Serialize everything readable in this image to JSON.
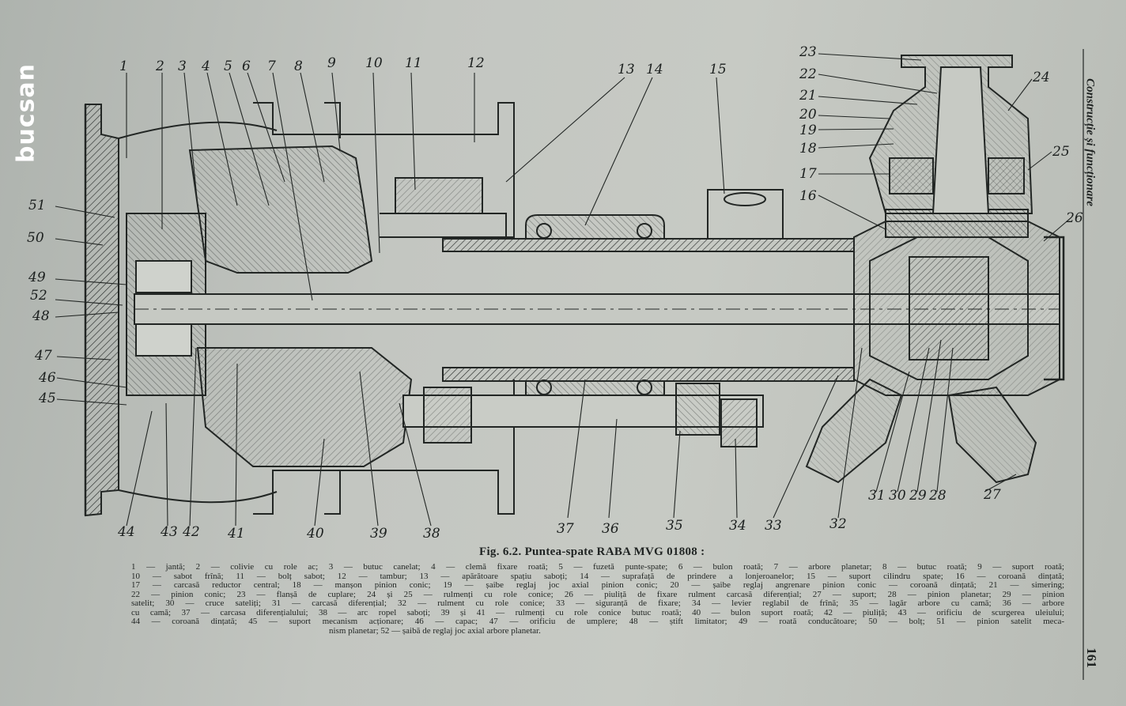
{
  "watermark": "bucsan",
  "side_title": "Construcție și funcționare",
  "page_number": "161",
  "figure_title": "Fig. 6.2. Puntea-spate RABA MVG 01808 :",
  "legend_lines": [
    "1 — jantă; 2 — colivie cu role ac; 3 — butuc canelat; 4 — clemă fixare roată; 5 — fuzetă punte-spate; 6 — bulon roată; 7 — arbore planetar; 8 — butuc roată; 9 — suport roată;",
    "10 — sabot frînă; 11 — bolț sabot; 12 — tambur; 13 — apărătoare spațiu saboți; 14 — suprafață de prindere a lonjeroanelor; 15 — suport cilindru spate; 16 — coroană dințată;",
    "17 — carcasă reductor central; 18 — manșon pinion conic; 19 — șaibe reglaj joc axial pinion conic; 20 — șaibe reglaj angrenare pinion conic — coroană dințată; 21 — simering;",
    "22 — pinion conic; 23 — flanșă de cuplare; 24 și 25 — rulmenți cu role conice; 26 — piuliță de fixare rulment carcasă diferențial; 27 — suport; 28 — pinion planetar; 29 — pinion",
    "satelit; 30 — cruce sateliți; 31 — carcasă diferențial; 32 — rulment cu role conice; 33 — siguranță de fixare; 34 — levier reglabil de frînă; 35 — lagăr arbore cu camă; 36 — arbore",
    "cu camă; 37 — carcasa diferențialului; 38 — arc ropel saboți; 39 și 41 — rulmenți cu role conice butuc roată; 40 — bulon suport roată; 42 — piuliță; 43 — orificiu de scurgerea uleiului;",
    "44 — coroană dințată; 45 — suport mecanism acționare; 46 — capac; 47 — orificiu de umplere; 48 — știft limitator; 49 — roată conducătoare; 50 — bolț; 51 — pinion satelit meca-",
    "nism planetar; 52 — șaibă de reglaj joc axial arbore planetar."
  ],
  "callout_numbers": {
    "n1": "1",
    "n2": "2",
    "n3": "3",
    "n4": "4",
    "n5": "5",
    "n6": "6",
    "n7": "7",
    "n8": "8",
    "n9": "9",
    "n10": "10",
    "n11": "11",
    "n12": "12",
    "n13": "13",
    "n14": "14",
    "n15": "15",
    "n16": "16",
    "n17": "17",
    "n18": "18",
    "n19": "19",
    "n20": "20",
    "n21": "21",
    "n22": "22",
    "n23": "23",
    "n24": "24",
    "n25": "25",
    "n26": "26",
    "n27": "27",
    "n28": "28",
    "n29": "29",
    "n30": "30",
    "n31": "31",
    "n32": "32",
    "n33": "33",
    "n34": "34",
    "n35": "35",
    "n36": "36",
    "n37": "37",
    "n38": "38",
    "n39": "39",
    "n40": "40",
    "n41": "41",
    "n42": "42",
    "n43": "43",
    "n44": "44",
    "n45": "45",
    "n46": "46",
    "n47": "47",
    "n48": "48",
    "n49": "49",
    "n50": "50",
    "n51": "51",
    "n52": "52"
  },
  "colors": {
    "paper": "#c3c6c1",
    "ink": "#1f2322",
    "hatch": "#2a2e2c",
    "watermark": "#ffffff"
  }
}
